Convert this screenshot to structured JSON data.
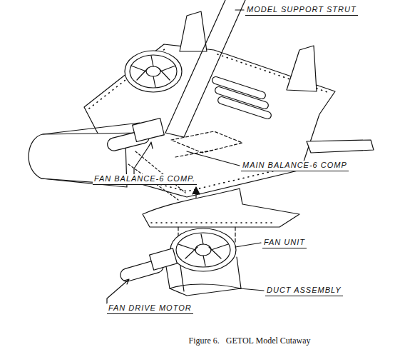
{
  "diagram": {
    "caption": "Figure 6.   GETOL Model Cutaway",
    "labels": [
      "MODEL SUPPORT STRUT",
      "FAN BALANCE-6 COMP.",
      "MAIN BALANCE-6 COMP",
      "FAN UNIT",
      "DUCT ASSEMBLY",
      "FAN DRIVE MOTOR"
    ]
  }
}
